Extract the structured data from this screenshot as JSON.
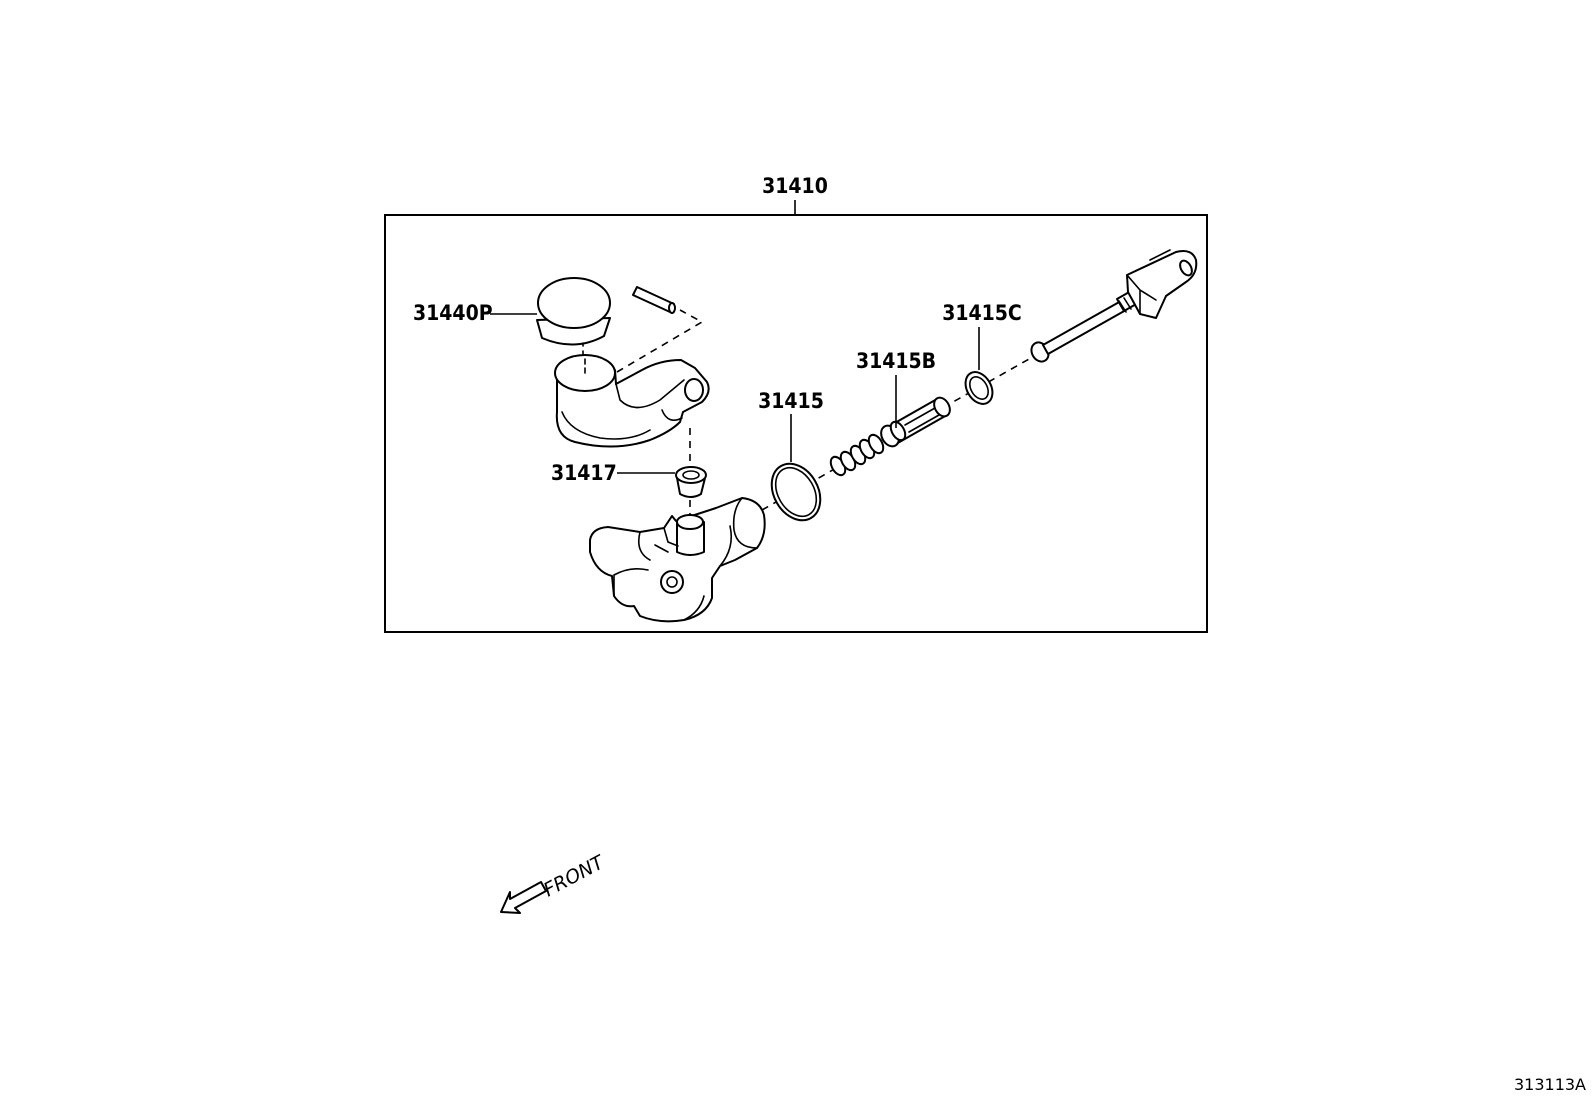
{
  "assembly": {
    "part_number": "31410"
  },
  "parts": {
    "reservoir_cap": "31440P",
    "grommet": "31417",
    "o_ring": "31415",
    "piston_kit": "31415B",
    "snap_ring": "31415C"
  },
  "front_indicator": {
    "label": "FRONT"
  },
  "diagram_code": "313113A"
}
